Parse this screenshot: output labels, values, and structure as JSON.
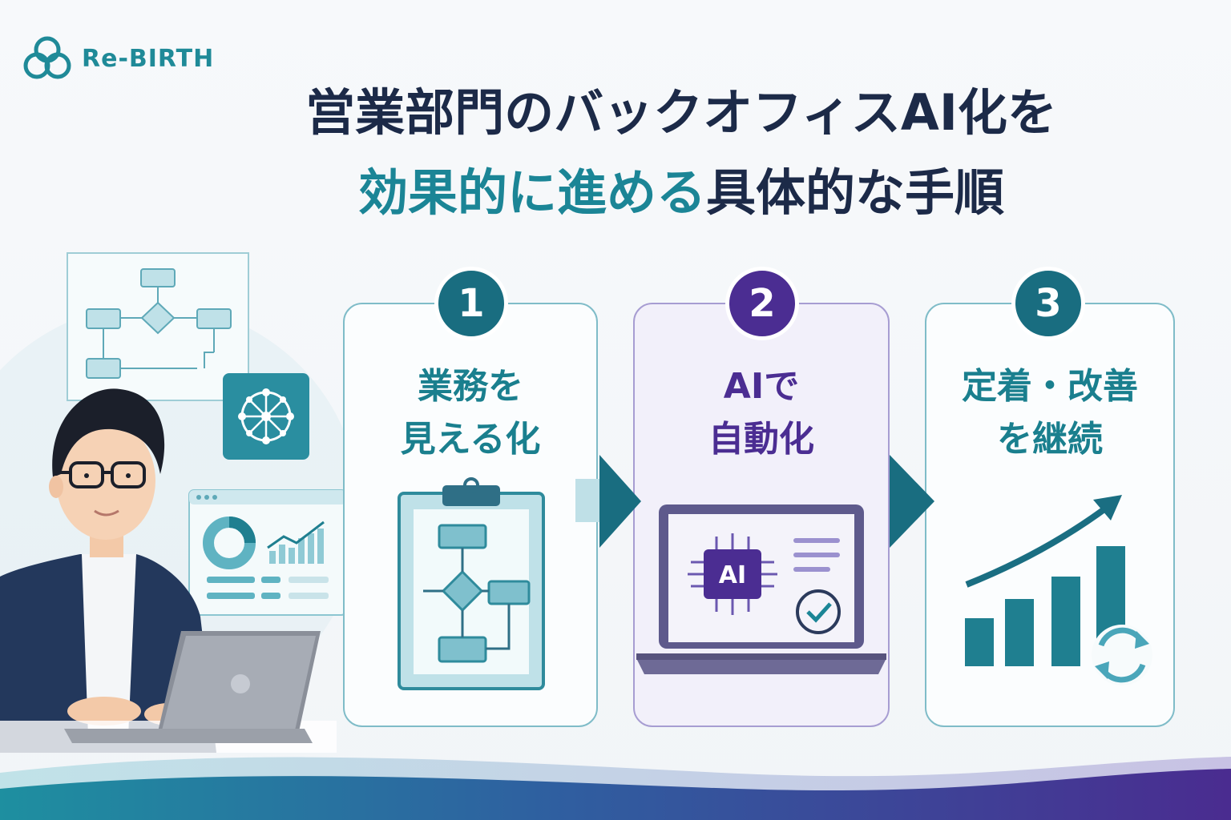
{
  "brand": {
    "name": "Re-BIRTH",
    "color": "#1f8a98"
  },
  "title": {
    "line1": "営業部門のバックオフィスAI化を",
    "line2_teal": "効果的に進める",
    "line2_dark": "具体的な手順"
  },
  "steps": [
    {
      "number": "1",
      "line1": "業務を",
      "line2": "見える化",
      "icon": "clipboard-flowchart-icon"
    },
    {
      "number": "2",
      "line1": "AIで",
      "line2": "自動化",
      "icon": "laptop-ai-chip-icon",
      "chip_label": "AI"
    },
    {
      "number": "3",
      "line1": "定着・改善",
      "line2": "を継続",
      "icon": "growth-chart-cycle-icon"
    }
  ],
  "colors": {
    "teal": "#1b8596",
    "navy": "#1c2a48",
    "purple": "#4b2d92"
  }
}
